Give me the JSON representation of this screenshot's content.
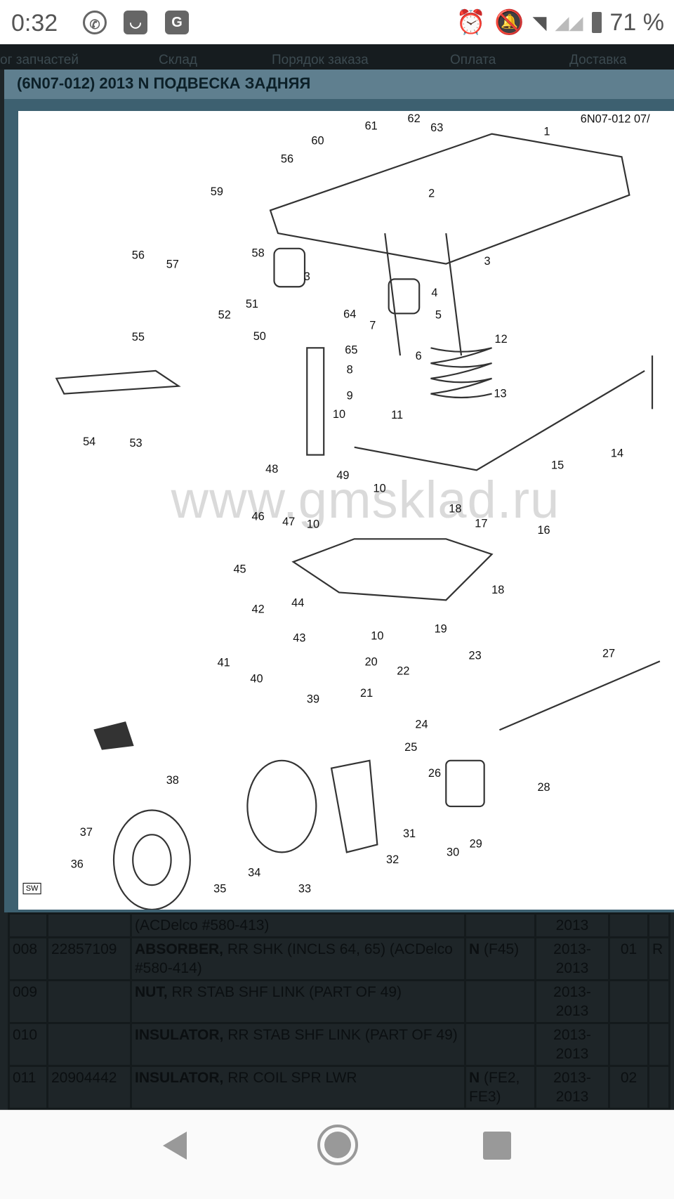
{
  "status": {
    "time": "0:32",
    "battery": "71 %",
    "icons": [
      "whatsapp-icon",
      "inbox-icon",
      "g-app-icon",
      "alarm-icon",
      "bell-off-icon",
      "wifi-icon",
      "signal-icon",
      "battery-icon"
    ]
  },
  "nav": {
    "tabs": [
      "ог запчастей",
      "Склад",
      "Порядок заказа",
      "Оплата",
      "Доставка"
    ]
  },
  "panel": {
    "title": "(6N07-012) 2013 N ПОДВЕСКА ЗАДНЯЯ"
  },
  "diagram": {
    "header": "6N07-012  07/",
    "watermark": "www.gmsklad.ru",
    "sw": "SW",
    "callouts": [
      "61",
      "62",
      "63",
      "60",
      "1",
      "56",
      "59",
      "2",
      "58",
      "56",
      "57",
      "3",
      "3",
      "51",
      "52",
      "4",
      "64",
      "5",
      "7",
      "12",
      "50",
      "65",
      "55",
      "6",
      "8",
      "13",
      "9",
      "10",
      "11",
      "14",
      "54",
      "53",
      "15",
      "48",
      "49",
      "10",
      "17",
      "16",
      "18",
      "46",
      "47",
      "10",
      "45",
      "18",
      "44",
      "42",
      "19",
      "10",
      "43",
      "20",
      "23",
      "27",
      "41",
      "22",
      "40",
      "21",
      "39",
      "24",
      "25",
      "38",
      "26",
      "28",
      "37",
      "31",
      "36",
      "34",
      "30",
      "29",
      "32",
      "35",
      "33"
    ]
  },
  "table": {
    "rows": [
      {
        "no": "",
        "part": "",
        "desc_bold": "",
        "desc": "(ACDelco #580-413)",
        "code": "",
        "years": "2013",
        "qty": "",
        "r": ""
      },
      {
        "no": "008",
        "part": "22857109",
        "desc_bold": "ABSORBER,",
        "desc": " RR SHK (INCLS 64, 65) (ACDelco #580-414)",
        "code_bold": "N",
        "code": " (F45)",
        "years": "2013-2013",
        "qty": "01",
        "r": "R"
      },
      {
        "no": "009",
        "part": "",
        "desc_bold": "NUT,",
        "desc": " RR STAB SHF LINK (PART OF 49)",
        "code_bold": "",
        "code": "",
        "years": "2013-2013",
        "qty": "",
        "r": ""
      },
      {
        "no": "010",
        "part": "",
        "desc_bold": "INSULATOR,",
        "desc": " RR STAB SHF LINK (PART OF 49)",
        "code_bold": "",
        "code": "",
        "years": "2013-2013",
        "qty": "",
        "r": ""
      },
      {
        "no": "011",
        "part": "20904442",
        "desc_bold": "INSULATOR,",
        "desc": " RR COIL SPR LWR",
        "code_bold": "N",
        "code": " (FE2, FE3)",
        "years": "2013-2013",
        "qty": "02",
        "r": ""
      }
    ]
  },
  "bottom_nav": [
    "back-button",
    "home-button",
    "recents-button"
  ]
}
